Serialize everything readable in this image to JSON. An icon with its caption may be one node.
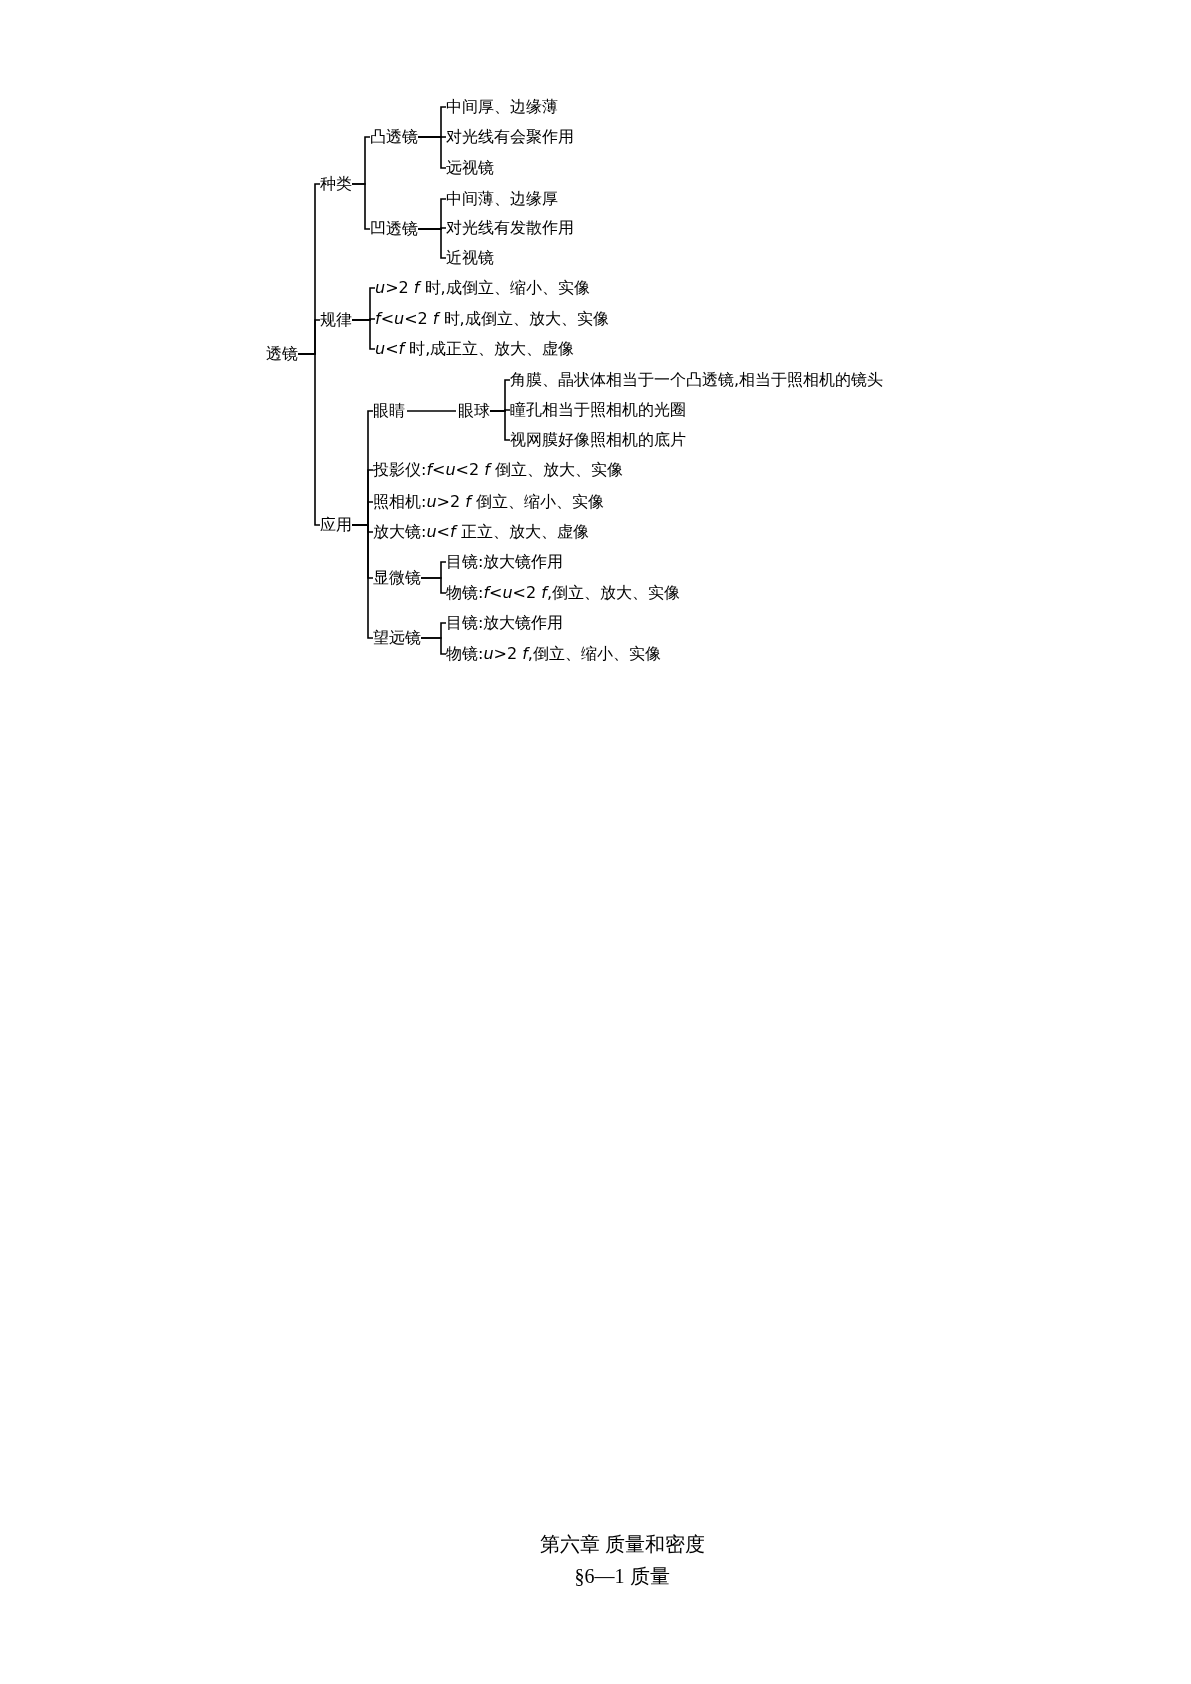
{
  "diagram": {
    "nodes": [
      {
        "text": [
          "透镜"
        ]
      },
      {
        "text": [
          "种类"
        ]
      },
      {
        "text": [
          "凸透镜"
        ]
      },
      {
        "text": [
          "中间厚、边缘薄"
        ]
      },
      {
        "text": [
          "对光线有会聚作用"
        ]
      },
      {
        "text": [
          "远视镜"
        ]
      },
      {
        "text": [
          "凹透镜"
        ]
      },
      {
        "text": [
          "中间薄、边缘厚"
        ]
      },
      {
        "text": [
          "对光线有发散作用"
        ]
      },
      {
        "text": [
          "近视镜"
        ]
      },
      {
        "text": [
          "规律"
        ]
      },
      {
        "text": [
          "*u*>2 *f* 时,成倒立、缩小、实像"
        ]
      },
      {
        "text": [
          "*f*<*u*<2 *f* 时,成倒立、放大、实像"
        ]
      },
      {
        "text": [
          "*u*<*f* 时,成正立、放大、虚像"
        ]
      },
      {
        "text": [
          "应用"
        ]
      },
      {
        "text": [
          "眼睛"
        ]
      },
      {
        "text": [
          "眼球"
        ]
      },
      {
        "text": [
          "角膜、晶状体相当于一个凸透镜,相当于照相机的镜头"
        ]
      },
      {
        "text": [
          "瞳孔相当于照相机的光圈"
        ]
      },
      {
        "text": [
          "视网膜好像照相机的底片"
        ]
      },
      {
        "text": [
          "投影仪:*f*<*u*<2 *f* 倒立、放大、实像"
        ]
      },
      {
        "text": [
          "照相机:*u*>2 *f* 倒立、缩小、实像"
        ]
      },
      {
        "text": [
          "放大镜:*u*<*f* 正立、放大、虚像"
        ]
      },
      {
        "text": [
          "显微镜"
        ]
      },
      {
        "text": [
          "目镜:放大镜作用"
        ]
      },
      {
        "text": [
          "物镜:*f*<*u*<2 *f*,倒立、放大、实像"
        ]
      },
      {
        "text": [
          "望远镜"
        ]
      },
      {
        "text": [
          "目镜:放大镜作用"
        ]
      },
      {
        "text": [
          "物镜:*u*>2 *f*,倒立、缩小、实像"
        ]
      }
    ],
    "edges": [
      {
        "from": 0,
        "to": 1,
        "arrow": "none"
      },
      {
        "from": 0,
        "to": 10,
        "arrow": "none"
      },
      {
        "from": 0,
        "to": 14,
        "arrow": "none"
      },
      {
        "from": 1,
        "to": 2,
        "arrow": "none"
      },
      {
        "from": 1,
        "to": 6,
        "arrow": "none"
      },
      {
        "from": 2,
        "to": 3,
        "arrow": "none"
      },
      {
        "from": 2,
        "to": 4,
        "arrow": "none"
      },
      {
        "from": 2,
        "to": 5,
        "arrow": "none"
      },
      {
        "from": 6,
        "to": 7,
        "arrow": "none"
      },
      {
        "from": 6,
        "to": 8,
        "arrow": "none"
      },
      {
        "from": 6,
        "to": 9,
        "arrow": "none"
      },
      {
        "from": 10,
        "to": 11,
        "arrow": "none"
      },
      {
        "from": 10,
        "to": 12,
        "arrow": "none"
      },
      {
        "from": 10,
        "to": 13,
        "arrow": "none"
      },
      {
        "from": 14,
        "to": 15,
        "arrow": "none"
      },
      {
        "from": 14,
        "to": 20,
        "arrow": "none"
      },
      {
        "from": 14,
        "to": 21,
        "arrow": "none"
      },
      {
        "from": 14,
        "to": 22,
        "arrow": "none"
      },
      {
        "from": 14,
        "to": 23,
        "arrow": "none"
      },
      {
        "from": 14,
        "to": 26,
        "arrow": "none"
      },
      {
        "from": 15,
        "to": 16,
        "arrow": "none"
      },
      {
        "from": 16,
        "to": 17,
        "arrow": "none"
      },
      {
        "from": 16,
        "to": 18,
        "arrow": "none"
      },
      {
        "from": 16,
        "to": 19,
        "arrow": "none"
      },
      {
        "from": 23,
        "to": 24,
        "arrow": "none"
      },
      {
        "from": 23,
        "to": 25,
        "arrow": "none"
      },
      {
        "from": 26,
        "to": 27,
        "arrow": "none"
      },
      {
        "from": 26,
        "to": 28,
        "arrow": "none"
      }
    ],
    "labels": [
      "第六章 质量和密度",
      "§6—1 质量"
    ]
  }
}
